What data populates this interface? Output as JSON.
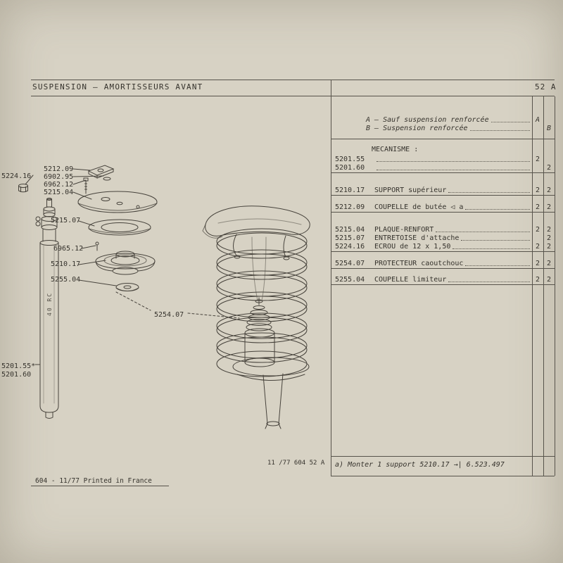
{
  "header": {
    "title": "SUSPENSION – AMORTISSEURS AVANT",
    "page_ref": "52 A"
  },
  "legend": [
    {
      "label": "A – Sauf suspension renforcée",
      "qtyA": "A",
      "qtyB": ""
    },
    {
      "label": "B – Suspension renforcée",
      "qtyA": "",
      "qtyB": "B"
    }
  ],
  "section_title": "MECANISME :",
  "parts": [
    {
      "num": "5201.55",
      "desc": "",
      "qtyA": "2",
      "qtyB": ""
    },
    {
      "num": "5201.60",
      "desc": "",
      "qtyA": "",
      "qtyB": "2"
    },
    {
      "num": "5210.17",
      "desc": "SUPPORT supérieur",
      "qtyA": "2",
      "qtyB": "2"
    },
    {
      "num": "5212.09",
      "desc": "COUPELLE de butée ◁ a",
      "qtyA": "2",
      "qtyB": "2"
    },
    {
      "num": "5215.04",
      "desc": "PLAQUE-RENFORT",
      "qtyA": "2",
      "qtyB": "2"
    },
    {
      "num": "5215.07",
      "desc": "ENTRETOISE d'attache",
      "qtyA": "",
      "qtyB": "2"
    },
    {
      "num": "5224.16",
      "desc": "ECROU de 12 x 1,50",
      "qtyA": "2",
      "qtyB": "2"
    },
    {
      "num": "5254.07",
      "desc": "PROTECTEUR caoutchouc",
      "qtyA": "2",
      "qtyB": "2"
    },
    {
      "num": "5255.04",
      "desc": "COUPELLE limiteur",
      "qtyA": "2",
      "qtyB": "2"
    }
  ],
  "footnote": "a) Monter 1 support 5210.17 →| 6.523.497",
  "diagram_labels": [
    "5224.16",
    "5212.09",
    "6902.95",
    "6962.12",
    "5215.04",
    "5215.07",
    "6965.12",
    "5210.17",
    "5255.04",
    "5254.07",
    "5201.55*",
    "5201.60"
  ],
  "diagram_tube_text": "40 RC",
  "footer": {
    "plate": "11 /77 604 52 A",
    "printed": "604 - 11/77 Printed in France"
  }
}
